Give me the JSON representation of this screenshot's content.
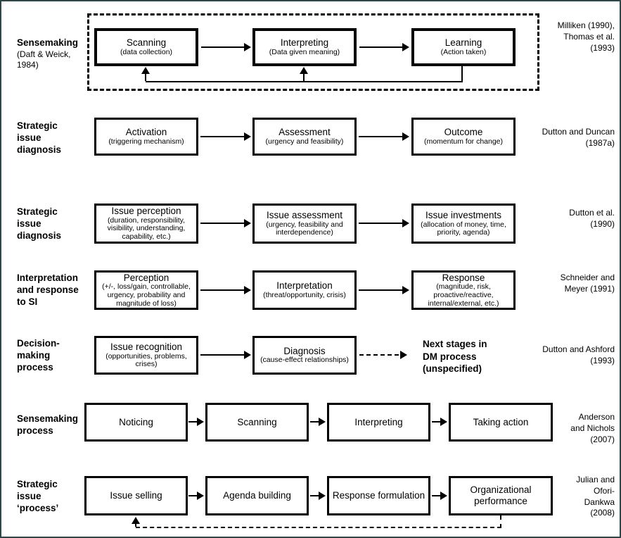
{
  "frame": {
    "border_color": "#2e4848",
    "background": "#ffffff",
    "line_color": "#000000"
  },
  "rows": [
    {
      "label_title": "Sensemaking",
      "label_sub": "(Daft & Weick, 1984)",
      "citation": "Milliken (1990), Thomas et al. (1993)",
      "boxes": [
        {
          "title": "Scanning",
          "subtitle": "(data collection)"
        },
        {
          "title": "Interpreting",
          "subtitle": "(Data given meaning)"
        },
        {
          "title": "Learning",
          "subtitle": "(Action taken)"
        }
      ]
    },
    {
      "label_title": "Strategic issue diagnosis",
      "citation": "Dutton and Duncan (1987a)",
      "boxes": [
        {
          "title": "Activation",
          "subtitle": "(triggering mechanism)"
        },
        {
          "title": "Assessment",
          "subtitle": "(urgency and feasibility)"
        },
        {
          "title": "Outcome",
          "subtitle": "(momentum for change)"
        }
      ]
    },
    {
      "label_title": "Strategic issue diagnosis",
      "citation": "Dutton et al. (1990)",
      "boxes": [
        {
          "title": "Issue perception",
          "subtitle": "(duration, responsibility, visibility, understanding, capability, etc.)"
        },
        {
          "title": "Issue assessment",
          "subtitle": "(urgency, feasibility and interdependence)"
        },
        {
          "title": "Issue investments",
          "subtitle": "(allocation of money, time, priority, agenda)"
        }
      ]
    },
    {
      "label_title": "Interpretation and response to SI",
      "citation": "Schneider and Meyer (1991)",
      "boxes": [
        {
          "title": "Perception",
          "subtitle": "(+/-, loss/gain, controllable, urgency, probability and magnitude of loss)"
        },
        {
          "title": "Interpretation",
          "subtitle": "(threat/opportunity, crisis)"
        },
        {
          "title": "Response",
          "subtitle": "(magnitude, risk, proactive/reactive, internal/external, etc.)"
        }
      ]
    },
    {
      "label_title": "Decision-making process",
      "citation": "Dutton and Ashford (1993)",
      "outcome_text": "Next stages in DM process (unspecified)",
      "boxes": [
        {
          "title": "Issue recognition",
          "subtitle": "(opportunities, problems, crises)"
        },
        {
          "title": "Diagnosis",
          "subtitle": "(cause-effect relationships)"
        }
      ]
    },
    {
      "label_title": "Sensemaking process",
      "citation": "Anderson and Nichols (2007)",
      "boxes": [
        {
          "title": "Noticing"
        },
        {
          "title": "Scanning"
        },
        {
          "title": "Interpreting"
        },
        {
          "title": "Taking action"
        }
      ]
    },
    {
      "label_title": "Strategic issue ‘process’",
      "citation": "Julian and Ofori-Dankwa (2008)",
      "boxes": [
        {
          "title": "Issue selling"
        },
        {
          "title": "Agenda building"
        },
        {
          "title": "Response formulation"
        },
        {
          "title": "Organizational performance"
        }
      ]
    }
  ]
}
